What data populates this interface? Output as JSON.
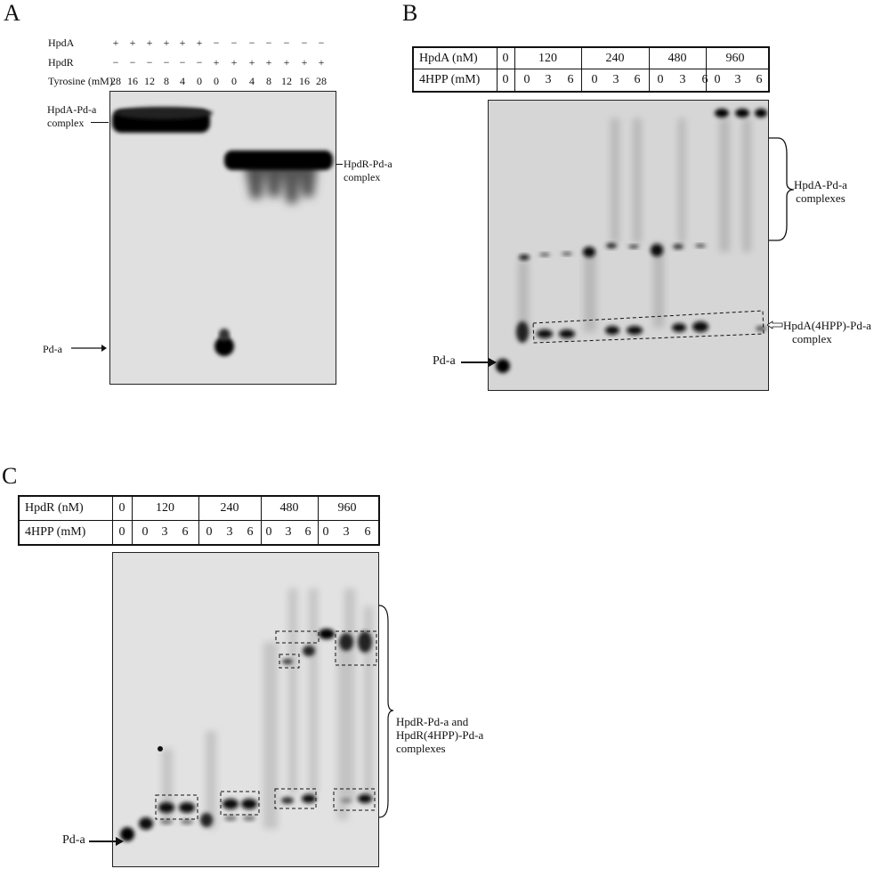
{
  "panelA": {
    "letter": "A",
    "rows": [
      {
        "label": "HpdA",
        "values": [
          "+",
          "+",
          "+",
          "+",
          "+",
          "+",
          "−",
          "−",
          "−",
          "−",
          "−",
          "−",
          "−"
        ]
      },
      {
        "label": "HpdR",
        "values": [
          "−",
          "−",
          "−",
          "−",
          "−",
          "−",
          "+",
          "+",
          "+",
          "+",
          "+",
          "+",
          "+"
        ]
      },
      {
        "label": "Tyrosine (mM)",
        "values": [
          "28",
          "16",
          "12",
          "8",
          "4",
          "0",
          "0",
          "0",
          "4",
          "8",
          "12",
          "16",
          "28"
        ]
      }
    ],
    "label_hpda_line1": "HpdA-Pd-a",
    "label_hpda_line2": "complex",
    "label_hpdr_line1": "HpdR-Pd-a",
    "label_hpdr_line2": "complex",
    "label_pda": "Pd-a"
  },
  "panelB": {
    "letter": "B",
    "header1_label": "HpdA (nM)",
    "header1_groups": [
      "0",
      "120",
      "240",
      "480",
      "960"
    ],
    "header2_label": "4HPP (mM)",
    "header2_values": [
      "0",
      "0",
      "3",
      "6",
      "0",
      "3",
      "6",
      "0",
      "3",
      "6",
      "0",
      "3",
      "6"
    ],
    "label_complexes_line1": "HpdA-Pd-a",
    "label_complexes_line2": "complexes",
    "label_4hpp_line1": "HpdA(4HPP)-Pd-a",
    "label_4hpp_line2": "complex",
    "label_pda": "Pd-a"
  },
  "panelC": {
    "letter": "C",
    "header1_label": "HpdR (nM)",
    "header1_groups": [
      "0",
      "120",
      "240",
      "480",
      "960"
    ],
    "header2_label": "4HPP (mM)",
    "header2_values": [
      "0",
      "0",
      "3",
      "6",
      "0",
      "3",
      "6",
      "0",
      "3",
      "6",
      "0",
      "3",
      "6"
    ],
    "label_line1": "HpdR-Pd-a and",
    "label_line2": "HpdR(4HPP)-Pd-a",
    "label_line3": "complexes",
    "label_pda": "Pd-a"
  }
}
